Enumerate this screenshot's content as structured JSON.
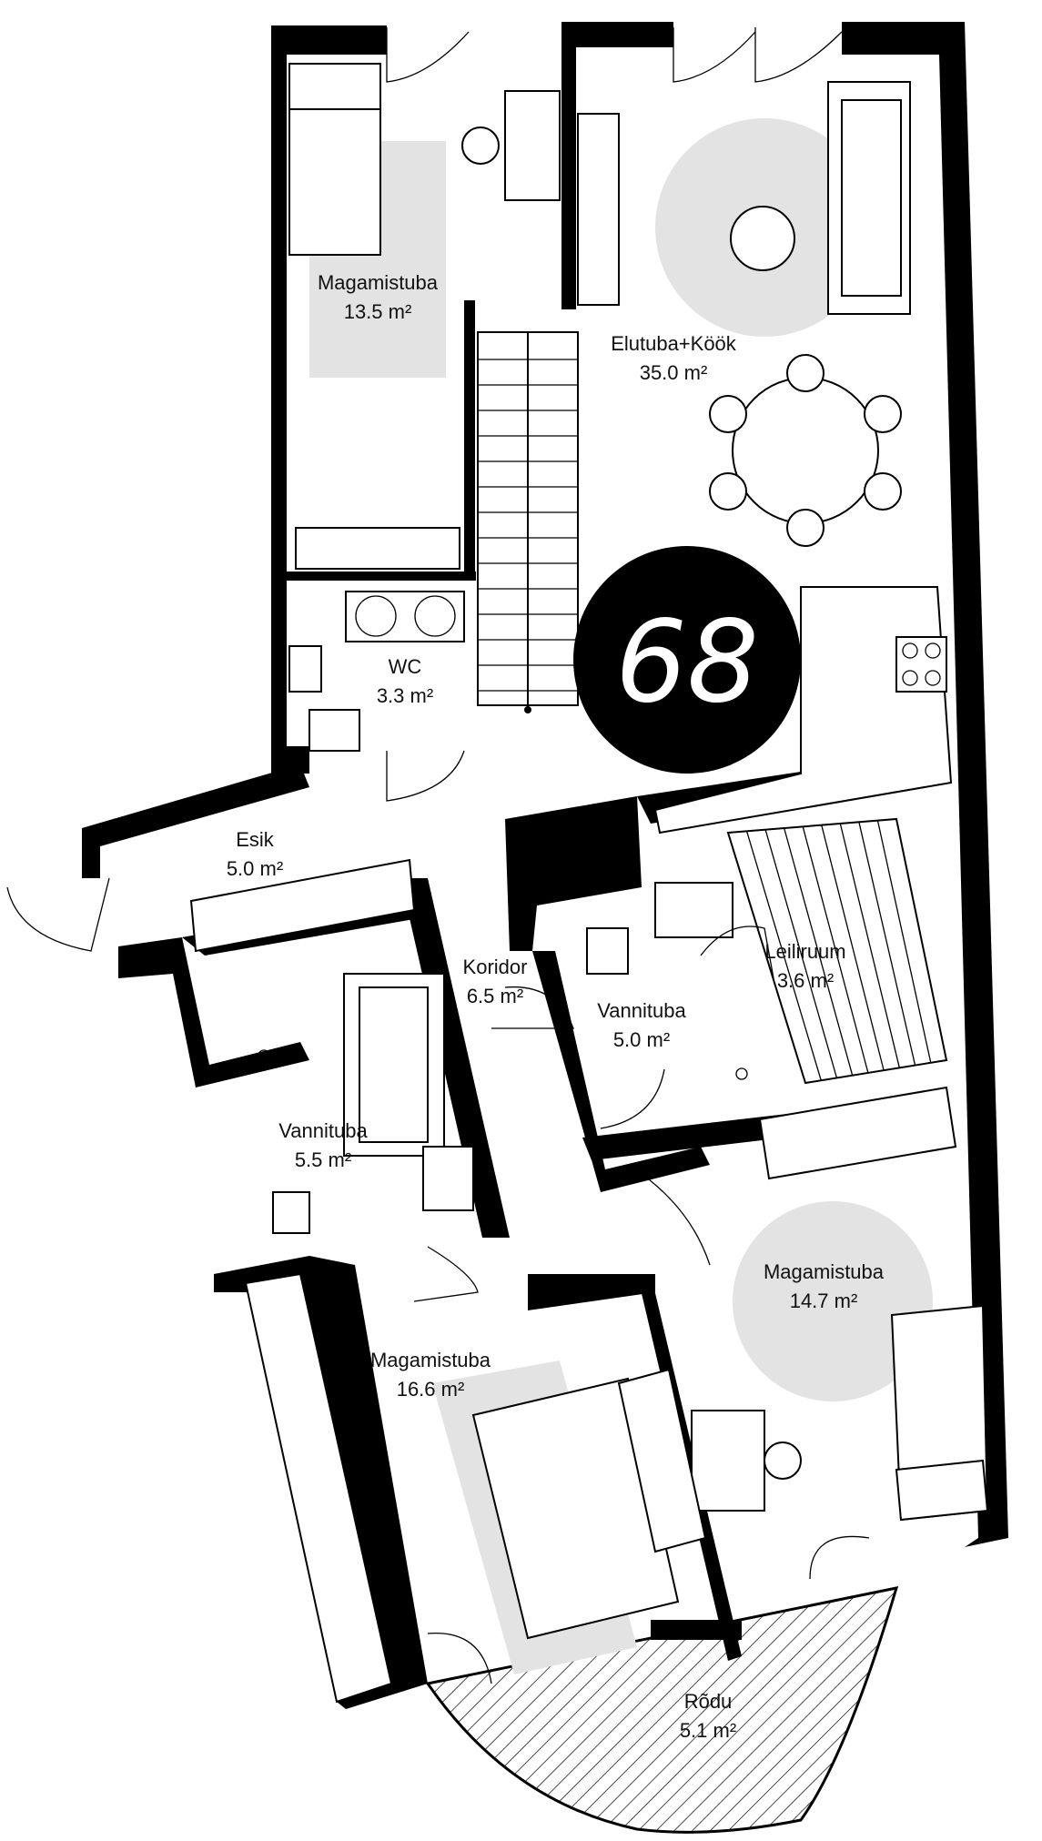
{
  "plan": {
    "apartment_number": "68",
    "colors": {
      "wall": "#000000",
      "rug": "#e3e3e3",
      "badge": "#000000",
      "badge_text": "#ffffff"
    },
    "rooms": [
      {
        "id": "bedroom-1",
        "name": "Magamistuba",
        "area": "13.5 m²"
      },
      {
        "id": "living",
        "name": "Elutuba+Köök",
        "area": "35.0 m²"
      },
      {
        "id": "wc",
        "name": "WC",
        "area": "3.3 m²"
      },
      {
        "id": "entry",
        "name": "Esik",
        "area": "5.0 m²"
      },
      {
        "id": "corridor",
        "name": "Koridor",
        "area": "6.5 m²"
      },
      {
        "id": "sauna",
        "name": "Leiliruum",
        "area": "3.6 m²"
      },
      {
        "id": "bath-1",
        "name": "Vannituba",
        "area": "5.0 m²"
      },
      {
        "id": "bath-2",
        "name": "Vannituba",
        "area": "5.5 m²"
      },
      {
        "id": "bedroom-2",
        "name": "Magamistuba",
        "area": "14.7 m²"
      },
      {
        "id": "bedroom-3",
        "name": "Magamistuba",
        "area": "16.6 m²"
      },
      {
        "id": "balcony",
        "name": "Rõdu",
        "area": "5.1 m²"
      }
    ]
  }
}
